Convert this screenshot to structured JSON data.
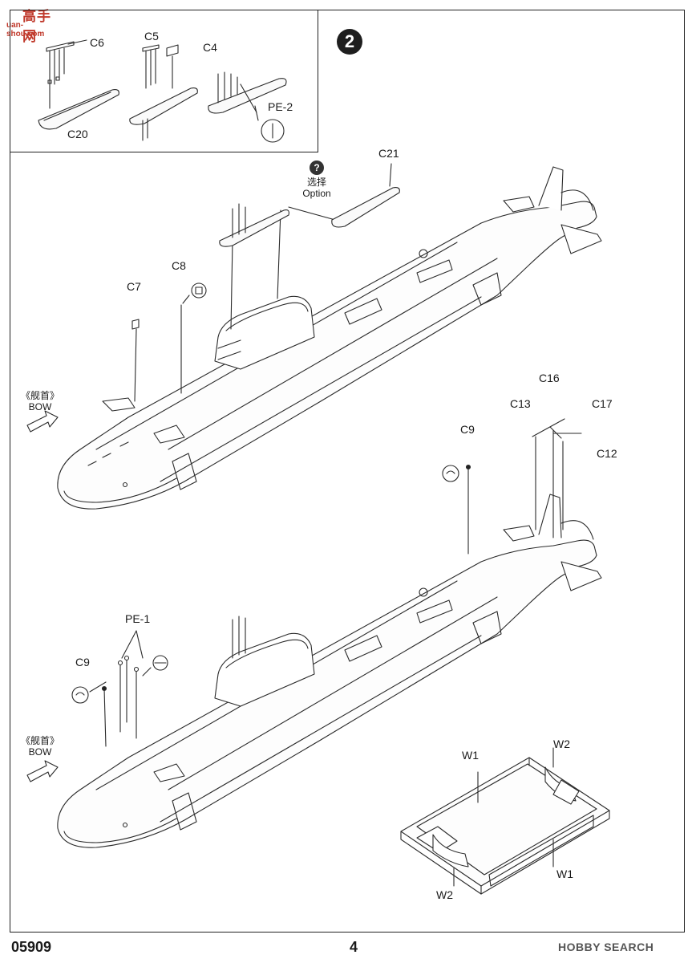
{
  "watermark": {
    "brand": "高手网",
    "url": "uan-shou.com",
    "bottom": "HOBBY SEARCH"
  },
  "step": {
    "number": "2"
  },
  "inset_labels": {
    "c6": "C6",
    "c5": "C5",
    "c4": "C4",
    "pe2": "PE-2",
    "c20": "C20"
  },
  "option": {
    "cn": "选择",
    "en": "Option"
  },
  "upper_labels": {
    "c21": "C21",
    "c8": "C8",
    "c7": "C7",
    "bow_cn": "《舰首》",
    "bow_en": "BOW"
  },
  "lower_labels": {
    "c16": "C16",
    "c13": "C13",
    "c17": "C17",
    "c12": "C12",
    "c9_right": "C9",
    "pe1": "PE-1",
    "c9_left": "C9",
    "bow_cn": "《舰首》",
    "bow_en": "BOW"
  },
  "stand_labels": {
    "w1_top": "W1",
    "w2_top": "W2",
    "w2_bottom": "W2",
    "w1_bottom": "W1"
  },
  "footer": {
    "code": "05909",
    "page": "4"
  }
}
